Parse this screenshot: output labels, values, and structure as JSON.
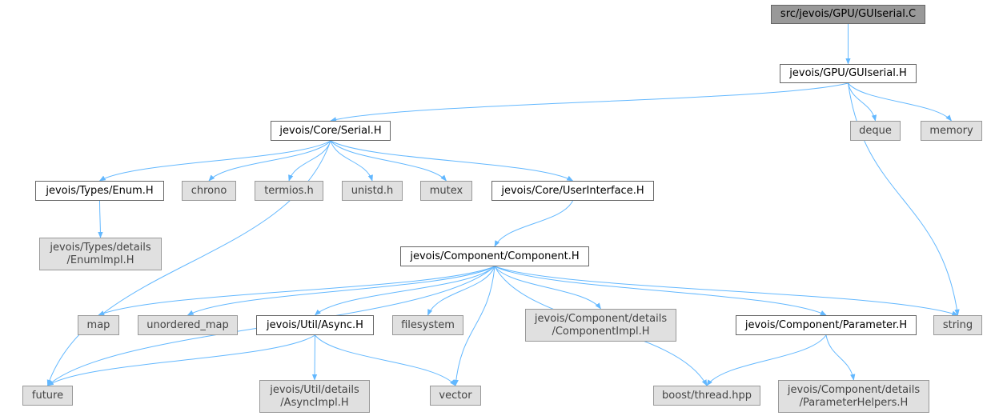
{
  "colors": {
    "edge": "#63b8ff",
    "root_fill": "#999999",
    "local_fill": "#ffffff",
    "external_fill": "#e0e0e0",
    "border": "#666666"
  },
  "nodes": [
    {
      "id": "guiserial_c",
      "kind": "root",
      "lines": [
        "src/jevois/GPU/GUIserial.C"
      ]
    },
    {
      "id": "guiserial_h",
      "kind": "local",
      "lines": [
        "jevois/GPU/GUIserial.H"
      ]
    },
    {
      "id": "serial_h",
      "kind": "local",
      "lines": [
        "jevois/Core/Serial.H"
      ]
    },
    {
      "id": "deque",
      "kind": "ext",
      "lines": [
        "deque"
      ]
    },
    {
      "id": "memory",
      "kind": "ext",
      "lines": [
        "memory"
      ]
    },
    {
      "id": "enum_h",
      "kind": "local",
      "lines": [
        "jevois/Types/Enum.H"
      ]
    },
    {
      "id": "chrono",
      "kind": "ext",
      "lines": [
        "chrono"
      ]
    },
    {
      "id": "termios",
      "kind": "ext",
      "lines": [
        "termios.h"
      ]
    },
    {
      "id": "unistd",
      "kind": "ext",
      "lines": [
        "unistd.h"
      ]
    },
    {
      "id": "mutex",
      "kind": "ext",
      "lines": [
        "mutex"
      ]
    },
    {
      "id": "userinterface_h",
      "kind": "local",
      "lines": [
        "jevois/Core/UserInterface.H"
      ]
    },
    {
      "id": "enumimpl_h",
      "kind": "ext",
      "lines": [
        "jevois/Types/details",
        "/EnumImpl.H"
      ]
    },
    {
      "id": "component_h",
      "kind": "local",
      "lines": [
        "jevois/Component/Component.H"
      ]
    },
    {
      "id": "map",
      "kind": "ext",
      "lines": [
        "map"
      ]
    },
    {
      "id": "unordered_map",
      "kind": "ext",
      "lines": [
        "unordered_map"
      ]
    },
    {
      "id": "async_h",
      "kind": "local",
      "lines": [
        "jevois/Util/Async.H"
      ]
    },
    {
      "id": "filesystem",
      "kind": "ext",
      "lines": [
        "filesystem"
      ]
    },
    {
      "id": "componentimpl_h",
      "kind": "ext",
      "lines": [
        "jevois/Component/details",
        "/ComponentImpl.H"
      ]
    },
    {
      "id": "parameter_h",
      "kind": "local",
      "lines": [
        "jevois/Component/Parameter.H"
      ]
    },
    {
      "id": "string",
      "kind": "ext",
      "lines": [
        "string"
      ]
    },
    {
      "id": "future",
      "kind": "ext",
      "lines": [
        "future"
      ]
    },
    {
      "id": "asyncimpl_h",
      "kind": "ext",
      "lines": [
        "jevois/Util/details",
        "/AsyncImpl.H"
      ]
    },
    {
      "id": "vector",
      "kind": "ext",
      "lines": [
        "vector"
      ]
    },
    {
      "id": "boost_thread",
      "kind": "ext",
      "lines": [
        "boost/thread.hpp"
      ]
    },
    {
      "id": "parameterhelpers_h",
      "kind": "ext",
      "lines": [
        "jevois/Component/details",
        "/ParameterHelpers.H"
      ]
    }
  ],
  "edges": [
    [
      "guiserial_c",
      "guiserial_h"
    ],
    [
      "guiserial_h",
      "serial_h"
    ],
    [
      "guiserial_h",
      "deque"
    ],
    [
      "guiserial_h",
      "memory"
    ],
    [
      "guiserial_h",
      "string"
    ],
    [
      "serial_h",
      "future"
    ],
    [
      "serial_h",
      "enum_h"
    ],
    [
      "serial_h",
      "chrono"
    ],
    [
      "serial_h",
      "termios"
    ],
    [
      "serial_h",
      "unistd"
    ],
    [
      "serial_h",
      "mutex"
    ],
    [
      "serial_h",
      "userinterface_h"
    ],
    [
      "enum_h",
      "enumimpl_h"
    ],
    [
      "userinterface_h",
      "component_h"
    ],
    [
      "component_h",
      "future"
    ],
    [
      "component_h",
      "map"
    ],
    [
      "component_h",
      "unordered_map"
    ],
    [
      "component_h",
      "async_h"
    ],
    [
      "component_h",
      "filesystem"
    ],
    [
      "component_h",
      "vector"
    ],
    [
      "component_h",
      "componentimpl_h"
    ],
    [
      "component_h",
      "boost_thread"
    ],
    [
      "component_h",
      "parameter_h"
    ],
    [
      "component_h",
      "string"
    ],
    [
      "async_h",
      "future"
    ],
    [
      "async_h",
      "asyncimpl_h"
    ],
    [
      "async_h",
      "vector"
    ],
    [
      "parameter_h",
      "boost_thread"
    ],
    [
      "parameter_h",
      "parameterhelpers_h"
    ]
  ]
}
